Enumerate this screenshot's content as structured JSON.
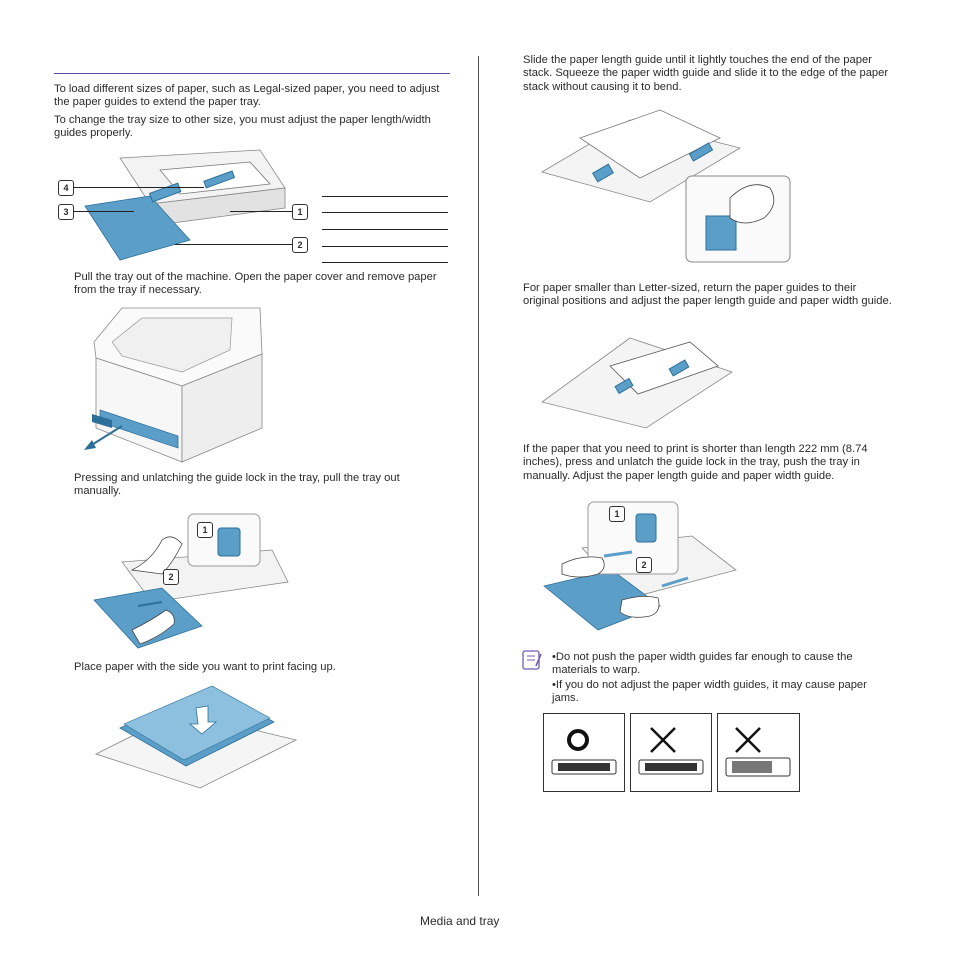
{
  "left": {
    "intro_1": "To load different sizes of paper, such as Legal-sized paper, you need to adjust the paper guides to extend the paper tray.",
    "intro_2": "To change the tray size to other size, you must adjust the paper length/width guides properly.",
    "callouts": [
      "4",
      "3",
      "1",
      "2"
    ],
    "step_1": "Pull the tray out of the machine. Open the paper cover and remove paper from the tray if necessary.",
    "step_2": "Pressing and unlatching the guide lock in the tray, pull the tray out manually.",
    "step_2_callouts": [
      "1",
      "2"
    ],
    "step_3": "Place paper with the side you want to print facing up."
  },
  "right": {
    "step_4": "Slide the paper length guide until it lightly touches the end of the paper stack. Squeeze the paper width guide and slide it to the edge of the paper stack without causing it to bend.",
    "step_5": "For paper smaller than Letter-sized, return the paper guides to their original positions and adjust the paper length guide and paper width guide.",
    "step_6": "If the paper that you need to print is shorter than length 222 mm (8.74 inches), press and unlatch the guide lock in the tray, push the tray in manually. Adjust the paper length guide and paper width guide.",
    "step_6_callouts": [
      "1",
      "2"
    ],
    "notes": [
      "•Do not push the paper width guides far enough to cause the materials to warp.",
      "•If you do not adjust the paper width guides, it may cause paper jams."
    ]
  },
  "footer": "Media and tray",
  "colors": {
    "accent_rule": "#5a4fa8",
    "tray_blue": "#5b9fc8",
    "tray_blue_dark": "#2d6f98",
    "note_icon": "#6a5fb3"
  }
}
